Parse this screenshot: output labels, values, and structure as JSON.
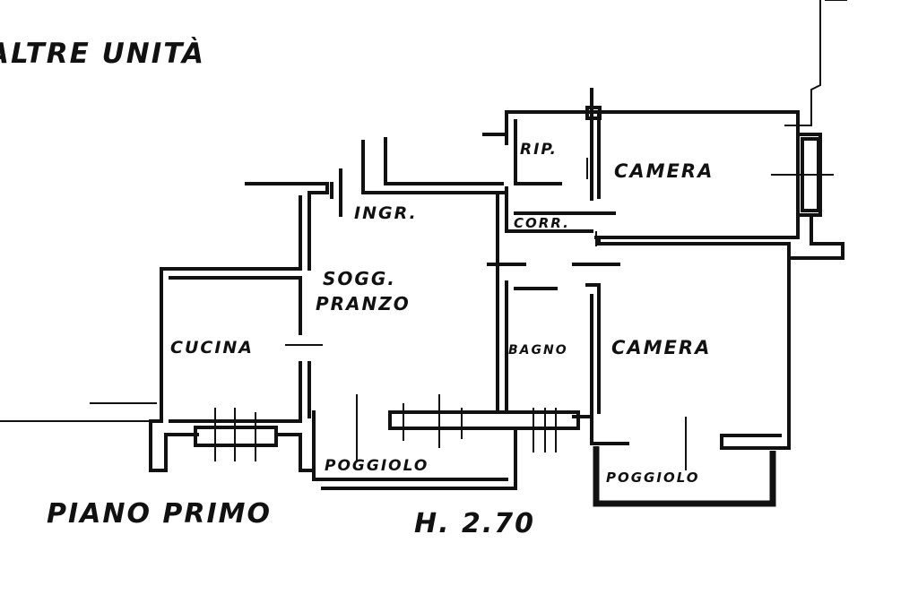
{
  "labels": {
    "other_units": "ALTRE UNITÀ",
    "rip": "RIP.",
    "camera_top": "CAMERA",
    "ingr": "INGR.",
    "corr": "CORR.",
    "sogg": "SOGG.",
    "ranzo": "PRANZO",
    "cucina": "CUCINA",
    "bagno": "BAGNO",
    "camera_bottom": "CAMERA",
    "poggiolo_left": "POGGIOLO",
    "poggiolo_right": "POGGIOLO",
    "floor_title": "PIANO PRIMO",
    "height": "H. 2.70"
  },
  "colors": {
    "ink": "#111111",
    "paper": "#ffffff"
  }
}
